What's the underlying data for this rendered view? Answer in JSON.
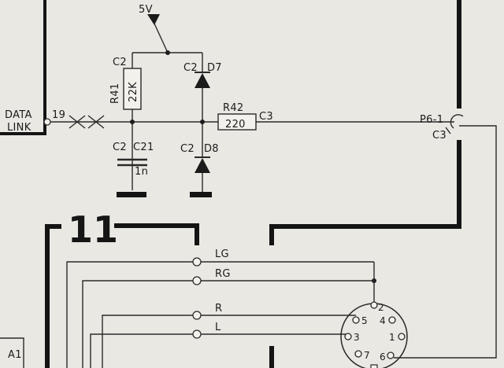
{
  "labels": {
    "supply": "5V",
    "data_link_1": "DATA",
    "data_link_2": "LINK",
    "pin_19": "19",
    "r41_cell": "C2",
    "r41_name": "R41",
    "r41_value": "22K",
    "d7_cell": "C2",
    "d7_name": "D7",
    "c21_cell": "C2",
    "c21_name": "C21",
    "c21_value": "1n",
    "d8_cell": "C2",
    "d8_name": "D8",
    "r42_name": "R42",
    "r42_cell": "C3",
    "r42_value": "220",
    "p6_name": "P6-1",
    "p6_cell": "C3",
    "block_number": "11",
    "lg": "LG",
    "rg": "RG",
    "r": "R",
    "l": "L",
    "a1": "A1",
    "din_2": "2",
    "din_5": "5",
    "din_4": "4",
    "din_3": "3",
    "din_1": "1",
    "din_7": "7",
    "din_6": "6"
  }
}
